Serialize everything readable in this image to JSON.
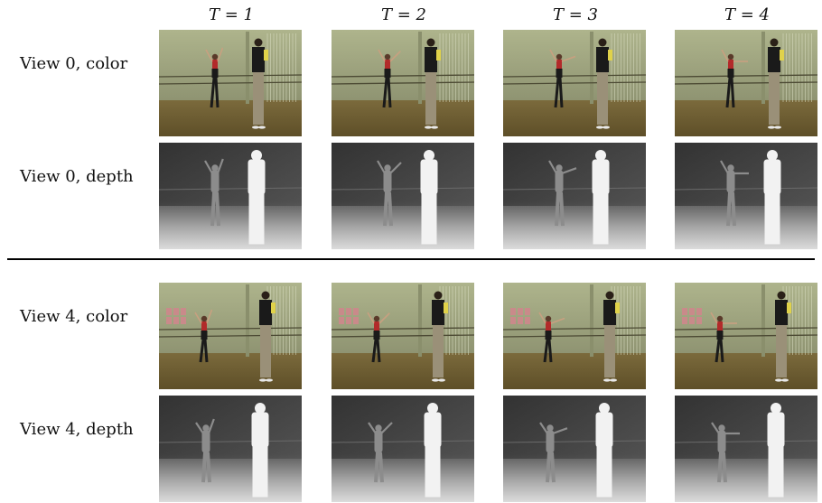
{
  "figure": {
    "column_headers": [
      "T = 1",
      "T = 2",
      "T = 3",
      "T = 4"
    ],
    "row_labels": [
      "View 0, color",
      "View 0, depth",
      "View 4, color",
      "View 4, depth"
    ]
  }
}
